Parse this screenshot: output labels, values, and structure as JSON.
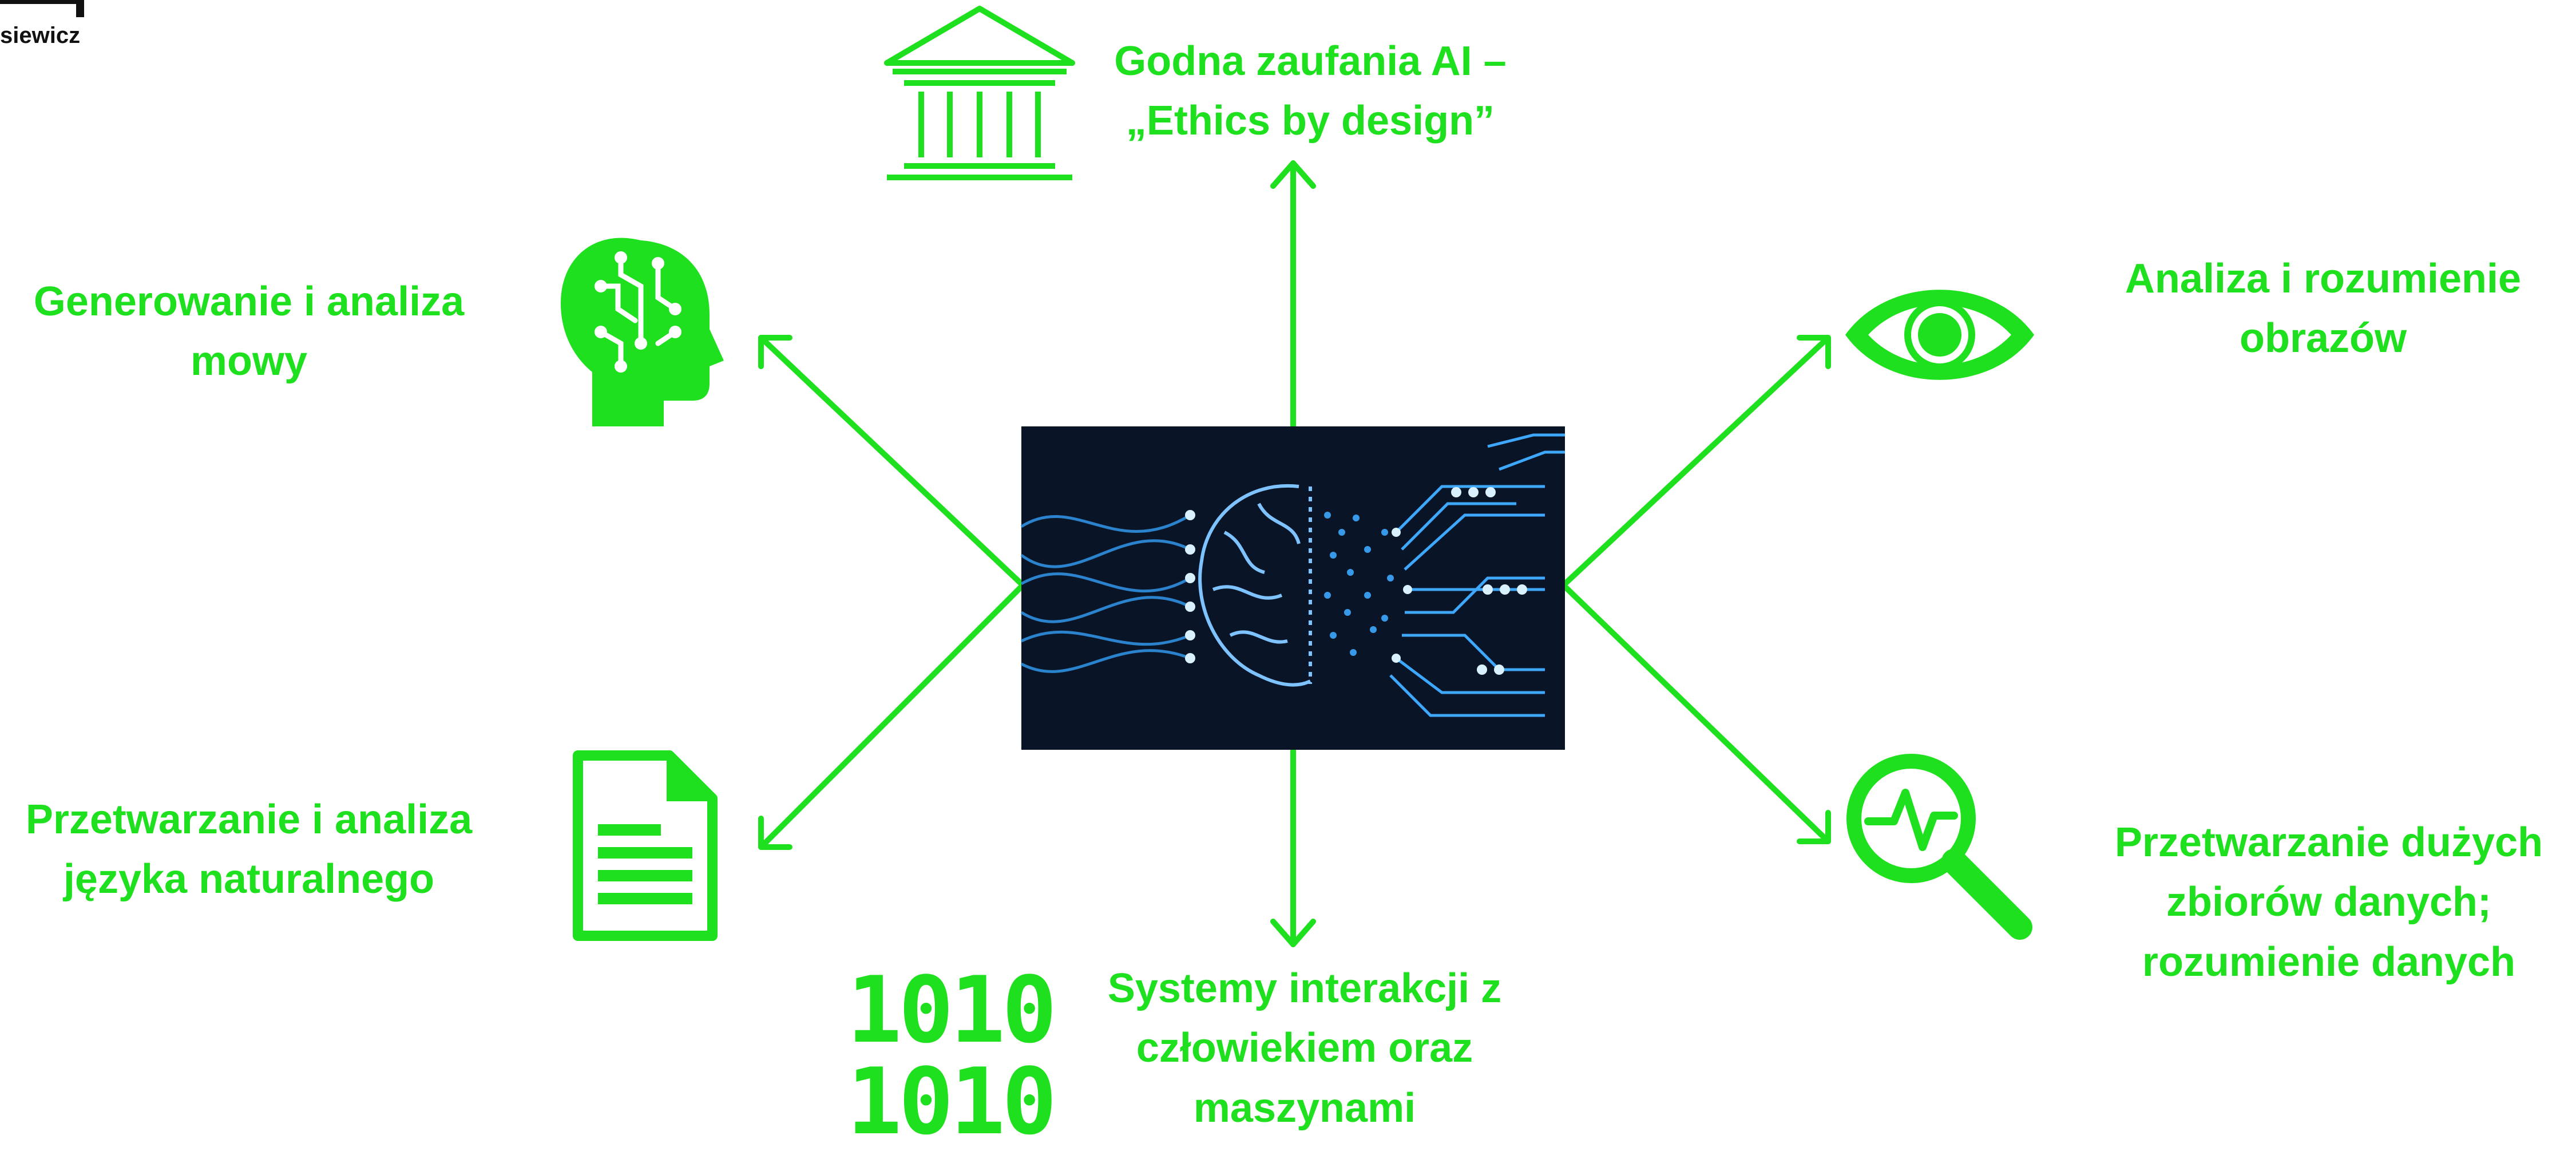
{
  "colors": {
    "accent": "#1ee01e",
    "center_bg": "#0a1220",
    "circuit": "#3ea8ff"
  },
  "logo": {
    "text": "siewicz"
  },
  "center": {
    "icon": "ai-brain-circuit-image"
  },
  "items": {
    "top": {
      "lines": [
        "Godna zaufania AI –",
        "„Ethics by design”"
      ],
      "icon": "courthouse-icon"
    },
    "upper_left": {
      "lines": [
        "Generowanie i analiza",
        "mowy"
      ],
      "icon": "brain-head-icon"
    },
    "lower_left": {
      "lines": [
        "Przetwarzanie i analiza",
        "języka naturalnego"
      ],
      "icon": "document-icon"
    },
    "bottom": {
      "lines": [
        "Systemy interakcji z",
        "człowiekiem oraz",
        "maszynami"
      ],
      "icon": "binary-icon",
      "binary": [
        "1010",
        "1010"
      ]
    },
    "upper_right": {
      "lines": [
        "Analiza i rozumienie",
        "obrazów"
      ],
      "icon": "eye-icon"
    },
    "lower_right": {
      "lines": [
        "Przetwarzanie dużych",
        "zbiorów danych;",
        "rozumienie danych"
      ],
      "icon": "magnifier-pulse-icon"
    }
  }
}
